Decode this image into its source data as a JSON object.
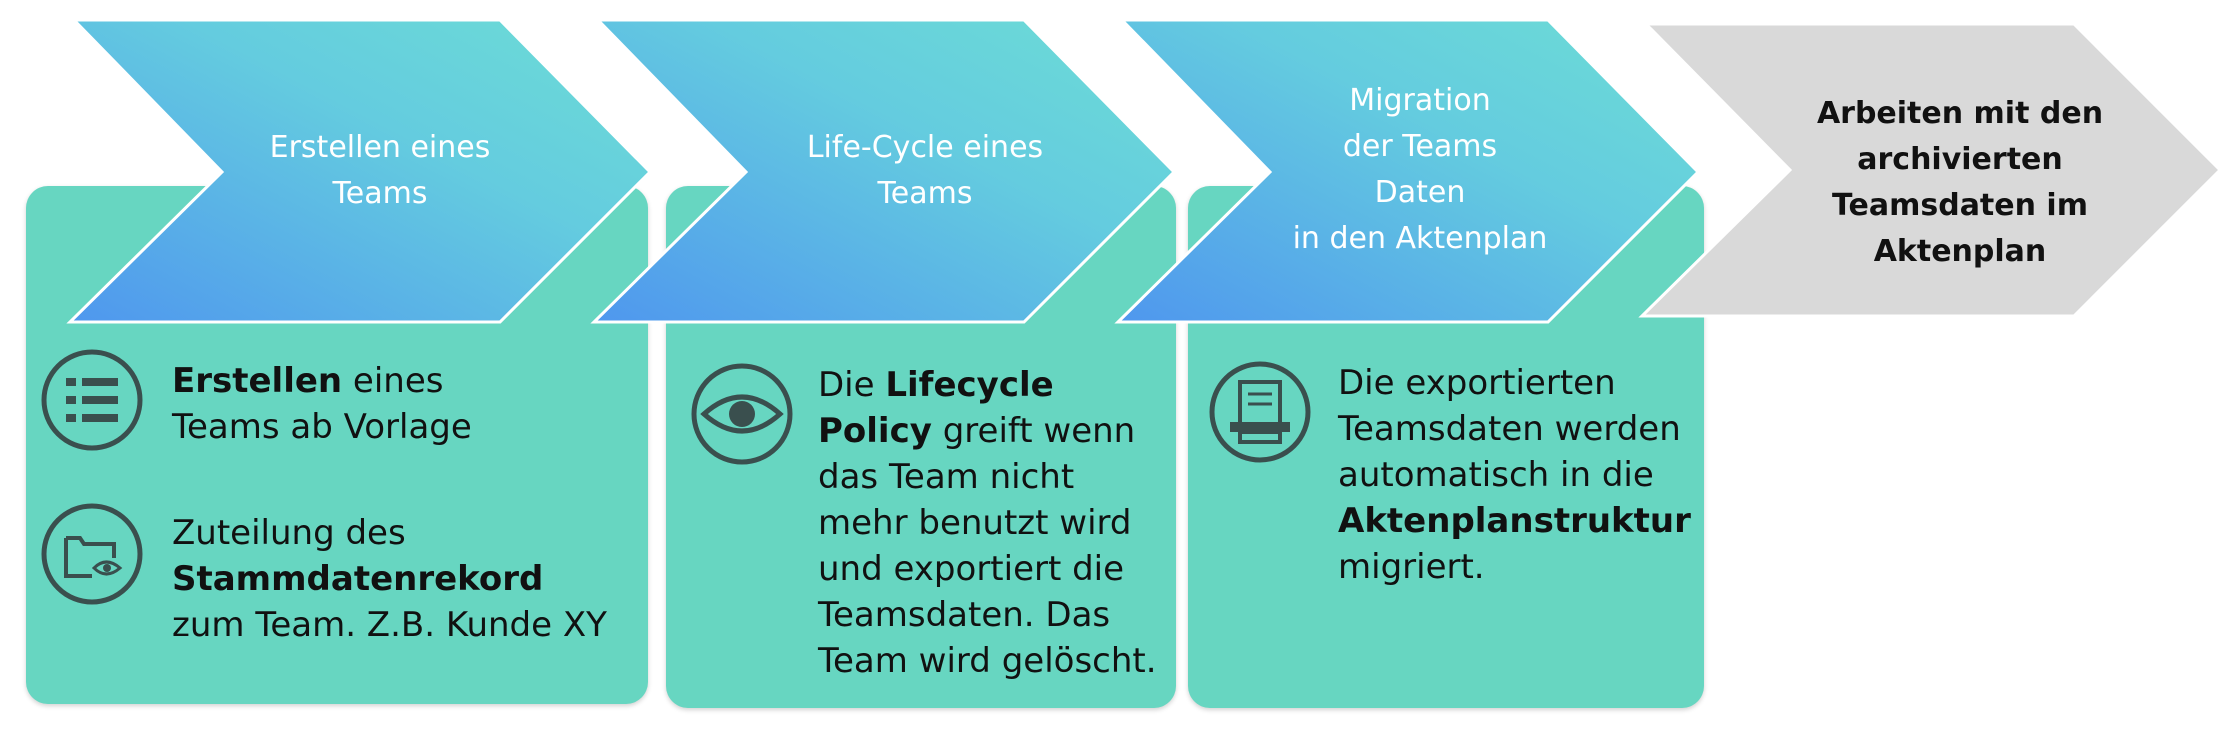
{
  "chevrons": [
    {
      "label": "Erstellen eines\nTeams"
    },
    {
      "label": "Life-Cycle eines\nTeams"
    },
    {
      "label": "Migration\nder Teams\nDaten\nin den Aktenplan"
    },
    {
      "label": "Arbeiten mit den\narchivierten\nTeamsdaten im\nAktenplan"
    }
  ],
  "cards": {
    "create": {
      "item1": {
        "bold": "Erstellen",
        "rest1": " eines",
        "rest2": "Teams ab Vorlage"
      },
      "item2": {
        "line1": "Zuteilung des",
        "bold": "Stammdatenrekord",
        "line3": "zum Team. Z.B. Kunde XY"
      }
    },
    "lifecycle": {
      "pre": "Die ",
      "bold": "Lifecycle Policy",
      "rest": "greift wenn das Team nicht mehr benutzt wird und exportiert die Teamsdaten. Das Team wird gelöscht."
    },
    "migration": {
      "pre": "Die exportierten Teamsdaten werden automatisch in die",
      "bold": "Aktenplanstruktur",
      "post": "migriert."
    }
  },
  "colors": {
    "card": "#67d6c1",
    "chevron_start": "#4f97ee",
    "chevron_end": "#6dddd5",
    "chevron_final": "#d9d9d9",
    "icon": "#3a4f4e"
  }
}
